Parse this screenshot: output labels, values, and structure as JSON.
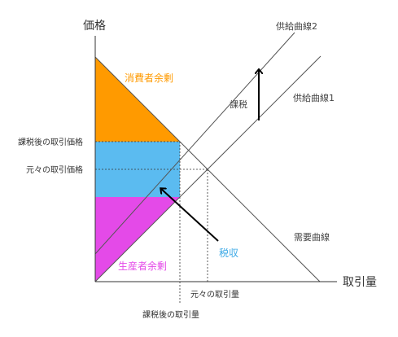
{
  "axes": {
    "y_title": "価格",
    "x_title": "取引量"
  },
  "curves": {
    "supply2": "供給曲線2",
    "supply1": "供給曲線1",
    "demand": "需要曲線"
  },
  "regions": {
    "consumer_surplus": "消費者余剰",
    "tax_revenue": "税収",
    "producer_surplus": "生産者余剰"
  },
  "price_labels": {
    "taxed_price": "課税後の取引価格",
    "original_price": "元々の取引価格"
  },
  "quantity_labels": {
    "original_quantity": "元々の取引量",
    "taxed_quantity": "課税後の取引量"
  },
  "annotations": {
    "tax": "課税"
  },
  "colors": {
    "consumer_surplus": "#ff9a00",
    "tax_revenue": "#5bbbf0",
    "producer_surplus": "#e44ae8",
    "axis": "#333333",
    "curve": "#555555",
    "arrow": "#000000"
  }
}
